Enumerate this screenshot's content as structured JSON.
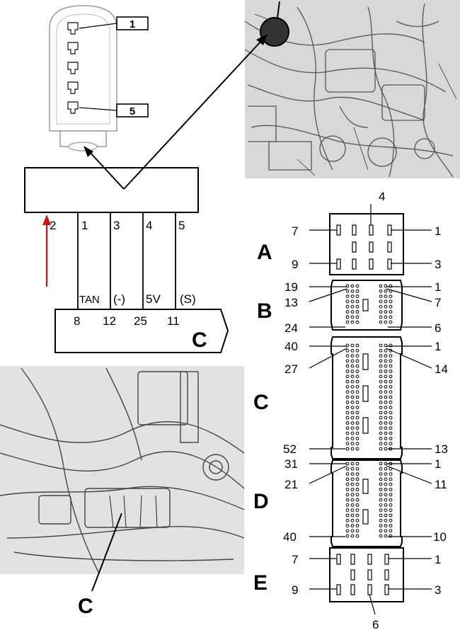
{
  "sensor_pins": {
    "top": "1",
    "bottom": "5"
  },
  "harness_connector": {
    "pins": [
      "2",
      "1",
      "3",
      "4",
      "5"
    ],
    "wires": [
      "TAN",
      "(-)",
      "5V",
      "(S)"
    ],
    "ecm_pins": [
      "8",
      "12",
      "25",
      "11"
    ],
    "ecm_connector_letter": "C"
  },
  "photo_label": "C",
  "ecm_connectors": {
    "A": {
      "letter": "A",
      "top": "4",
      "left_top": "7",
      "left_bottom": "9",
      "right_top": "1",
      "right_bottom": "3"
    },
    "B": {
      "letter": "B",
      "l1": "19",
      "l2": "13",
      "l3": "24",
      "r1": "1",
      "r2": "7",
      "r3": "6"
    },
    "C": {
      "letter": "C",
      "l1": "40",
      "l2": "27",
      "l3": "52",
      "r1": "1",
      "r2": "14",
      "r3": "13"
    },
    "D": {
      "letter": "D",
      "l1": "31",
      "l2": "21",
      "l3": "40",
      "r1": "1",
      "r2": "11",
      "r3": "10"
    },
    "E": {
      "letter": "E",
      "left_top": "7",
      "left_bottom": "9",
      "right_top": "1",
      "right_bottom": "3",
      "bottom": "6"
    }
  },
  "colors": {
    "arrow_red": "#c81414",
    "line": "#000000"
  }
}
